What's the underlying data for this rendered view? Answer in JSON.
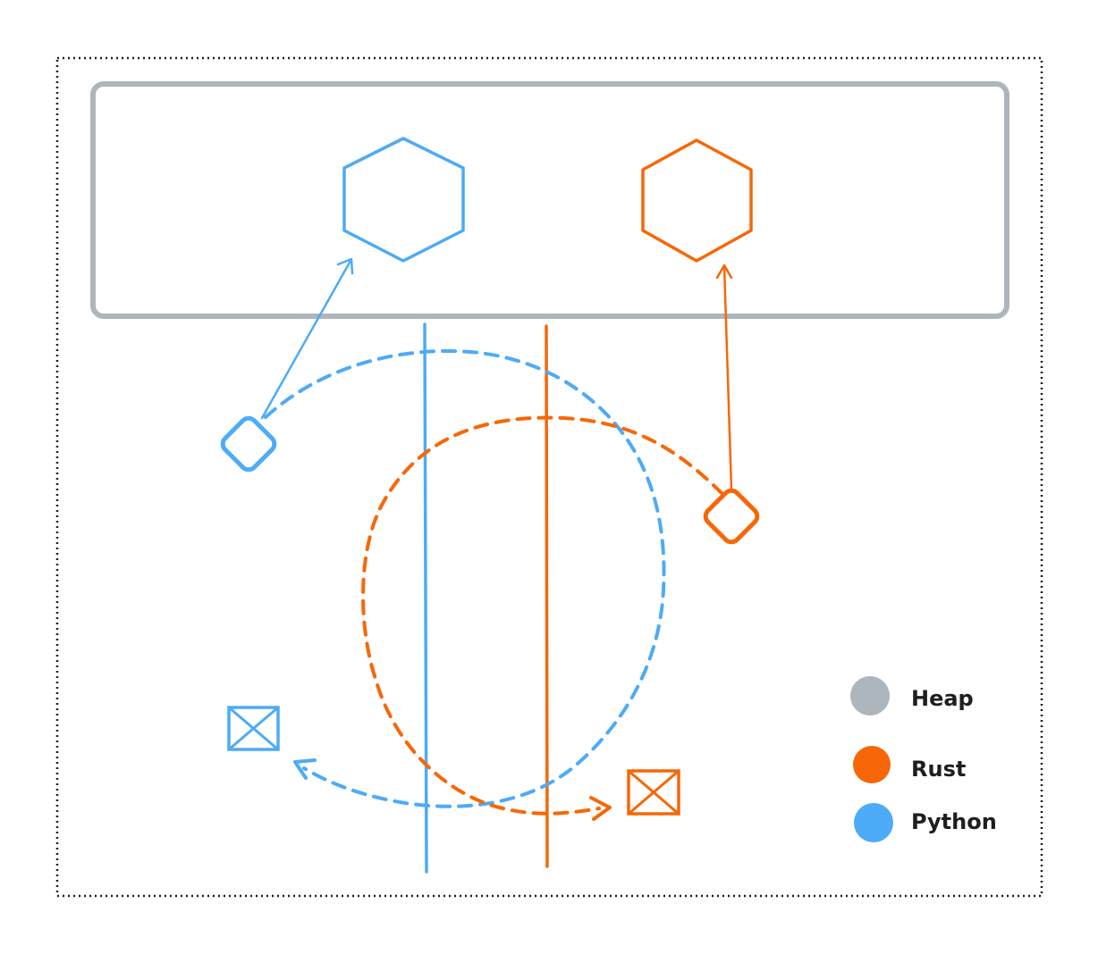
{
  "colors": {
    "heap": "#adb5bd",
    "rust": "#f76707",
    "python": "#4dabf7",
    "frame": "#1e1e1e",
    "text": "#1e1e1e"
  },
  "legend": {
    "heap_label": "Heap",
    "rust_label": "Rust",
    "python_label": "Python"
  },
  "icons": {
    "heap_object": "hexagon-icon",
    "reference": "diamond-icon",
    "dropped": "crossed-box-icon"
  }
}
